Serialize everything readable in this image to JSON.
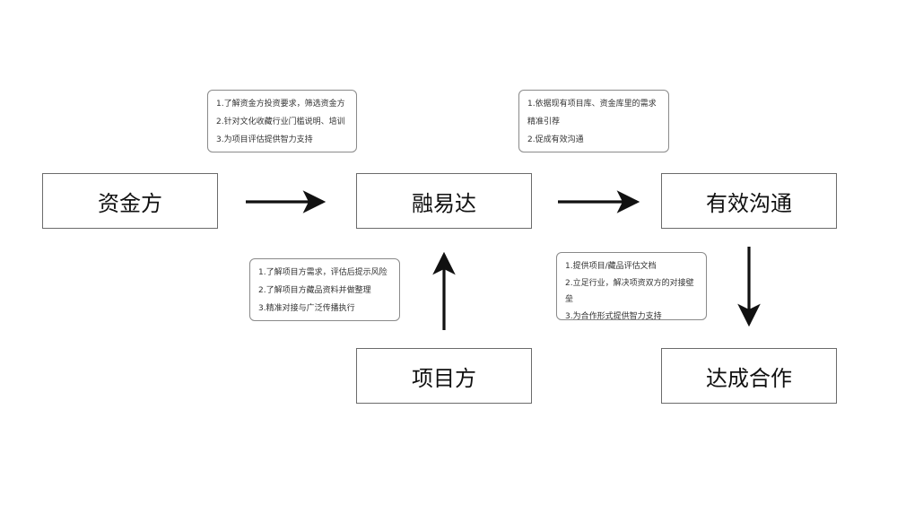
{
  "nodes": {
    "funder": "资金方",
    "platform": "融易达",
    "communication": "有效沟通",
    "project": "项目方",
    "deal": "达成合作"
  },
  "notes": {
    "funder_to_platform": [
      "1.了解资金方投资要求，筛选资金方",
      "2.针对文化收藏行业门槛说明、培训",
      "3.为项目评估提供智力支持"
    ],
    "platform_to_communication": [
      "1.依据现有项目库、资金库里的需求",
      "精准引荐",
      "2.促成有效沟通"
    ],
    "project_to_platform": [
      "1.了解项目方需求，评估后提示风险",
      "2.了解项目方藏品资料并做整理",
      "3.精准对接与广泛传播执行"
    ],
    "communication_to_deal": [
      "1.提供项目/藏品评估文档",
      "2.立足行业，解决项资双方的对接壁垒",
      "3.为合作形式提供智力支持"
    ]
  },
  "colors": {
    "stroke": "#111111",
    "border": "#6b6b6b"
  }
}
